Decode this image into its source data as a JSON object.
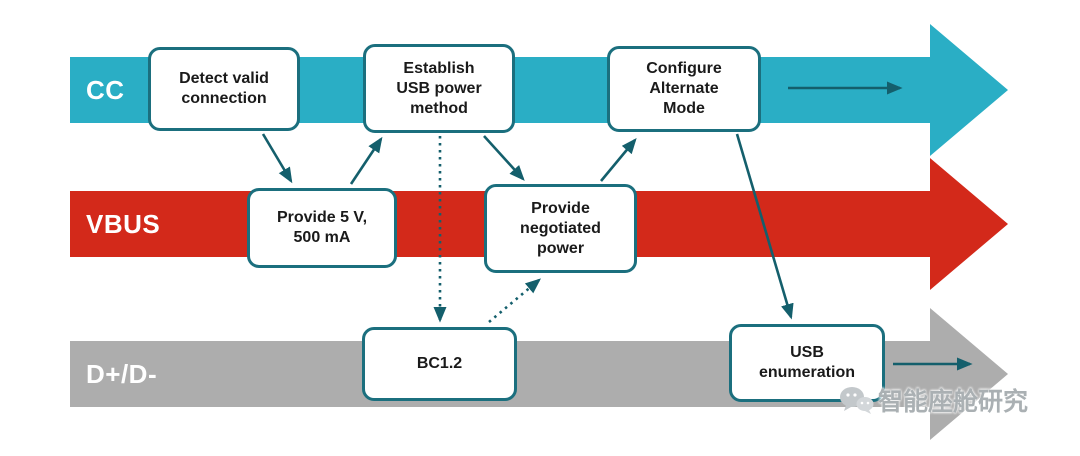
{
  "bands": {
    "cc": {
      "label": "CC",
      "color": "#2AAEC5"
    },
    "vbus": {
      "label": "VBUS",
      "color": "#D3291A"
    },
    "dpdm": {
      "label": "D+/D-",
      "color": "#ADADAD"
    }
  },
  "nodes": {
    "detect_valid_connection": {
      "label": "Detect valid connection"
    },
    "establish_usb_power_method": {
      "label": "Establish USB power method"
    },
    "configure_alternate_mode": {
      "label": "Configure Alternate Mode"
    },
    "provide_5v_500ma": {
      "label": "Provide 5 V, 500 mA"
    },
    "provide_negotiated_power": {
      "label": "Provide negotiated power"
    },
    "bc12": {
      "label": "BC1.2"
    },
    "usb_enumeration": {
      "label": "USB enumeration"
    }
  },
  "edges": [
    {
      "from": "Detect valid connection",
      "to": "Provide 5 V, 500 mA",
      "style": "solid"
    },
    {
      "from": "Provide 5 V, 500 mA",
      "to": "Establish USB power method",
      "style": "solid"
    },
    {
      "from": "Establish USB power method",
      "to": "BC1.2",
      "style": "dotted"
    },
    {
      "from": "BC1.2",
      "to": "Provide negotiated power",
      "style": "dotted"
    },
    {
      "from": "Establish USB power method",
      "to": "Provide negotiated power",
      "style": "solid"
    },
    {
      "from": "Provide negotiated power",
      "to": "Configure Alternate Mode",
      "style": "solid"
    },
    {
      "from": "Configure Alternate Mode",
      "to": "USB enumeration",
      "style": "solid"
    },
    {
      "from": "Configure Alternate Mode",
      "to": "CC band continuation",
      "style": "solid"
    },
    {
      "from": "USB enumeration",
      "to": "D+/D- band continuation",
      "style": "solid"
    }
  ],
  "watermark": {
    "text": "智能座舱研究",
    "icon": "wechat-chat-bubbles"
  },
  "colors": {
    "box_border": "#1B6F7E",
    "box_text": "#1A1A1A",
    "arrow": "#145F6C",
    "band_label": "#FFFFFF"
  }
}
